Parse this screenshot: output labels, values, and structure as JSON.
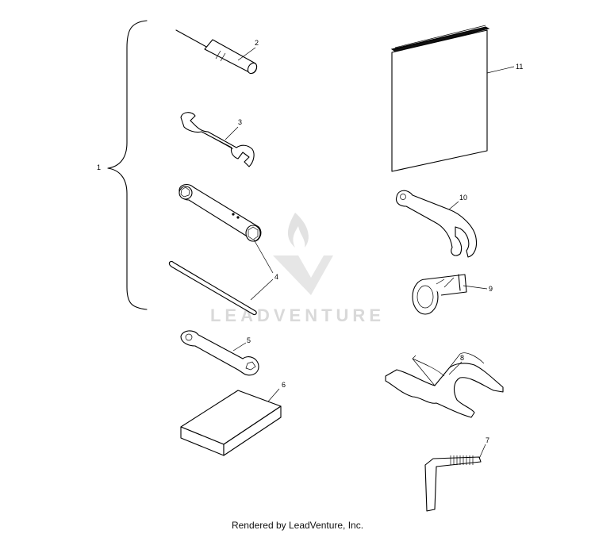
{
  "callouts": {
    "c1": "1",
    "c2": "2",
    "c3": "3",
    "c4": "4",
    "c5": "5",
    "c6": "6",
    "c7": "7",
    "c8": "8",
    "c9": "9",
    "c10": "10",
    "c11": "11"
  },
  "watermark": {
    "text": "LEADVENTURE",
    "color": "#d9d9d9"
  },
  "footer": {
    "credit": "Rendered by LeadVenture, Inc."
  },
  "icons": [
    "leadventure-logo-icon"
  ]
}
